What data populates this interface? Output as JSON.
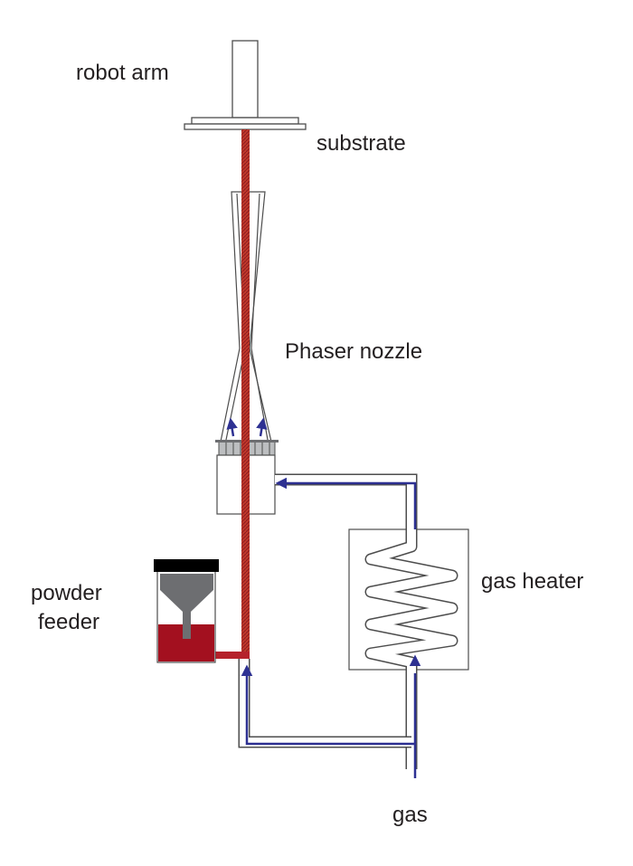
{
  "labels": {
    "robot_arm": "robot arm",
    "substrate": "substrate",
    "phaser_nozzle": "Phaser nozzle",
    "powder_line1": "powder",
    "powder_line2": "feeder",
    "gas_heater": "gas heater",
    "gas": "gas"
  },
  "colors": {
    "outline": "#4d4d4d",
    "powder_stream": "#b5222b",
    "gas_flow": "#2e3192",
    "hopper": "#6d6e71",
    "hopper_cap": "#000000"
  }
}
